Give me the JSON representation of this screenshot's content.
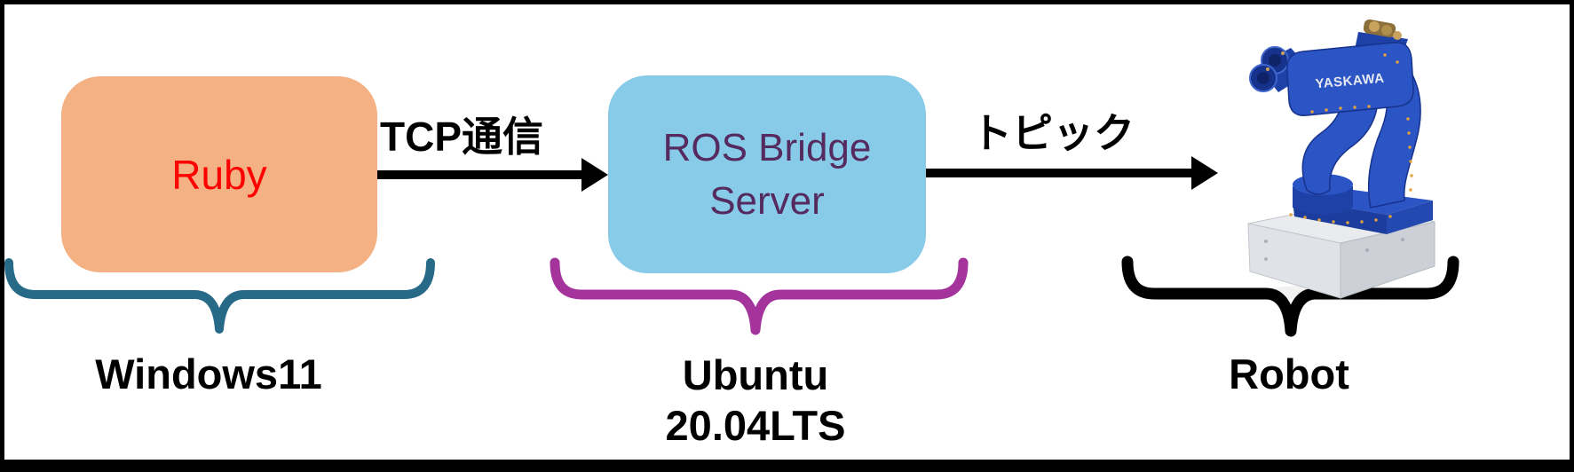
{
  "diagram": {
    "nodes": {
      "ruby": {
        "label": "Ruby",
        "fill": "#F4B183",
        "text_color": "#FF0000"
      },
      "ros_bridge": {
        "line1": "ROS Bridge",
        "line2": "Server",
        "fill": "#87CBE9",
        "text_color": "#552A5E"
      }
    },
    "arrows": {
      "tcp": {
        "label": "TCP通信",
        "color": "#000000"
      },
      "topic": {
        "label": "トピック",
        "color": "#000000"
      }
    },
    "groups": {
      "windows": {
        "label": "Windows11",
        "brace_color": "#276A87"
      },
      "ubuntu": {
        "line1": "Ubuntu",
        "line2": "20.04LTS",
        "brace_color": "#A4339B"
      },
      "robot": {
        "label": "Robot",
        "brace_color": "#000000"
      }
    },
    "robot_image": {
      "brand": "YASKAWA",
      "body_color": "#2B54C4",
      "base_color": "#DFE2E6"
    }
  }
}
